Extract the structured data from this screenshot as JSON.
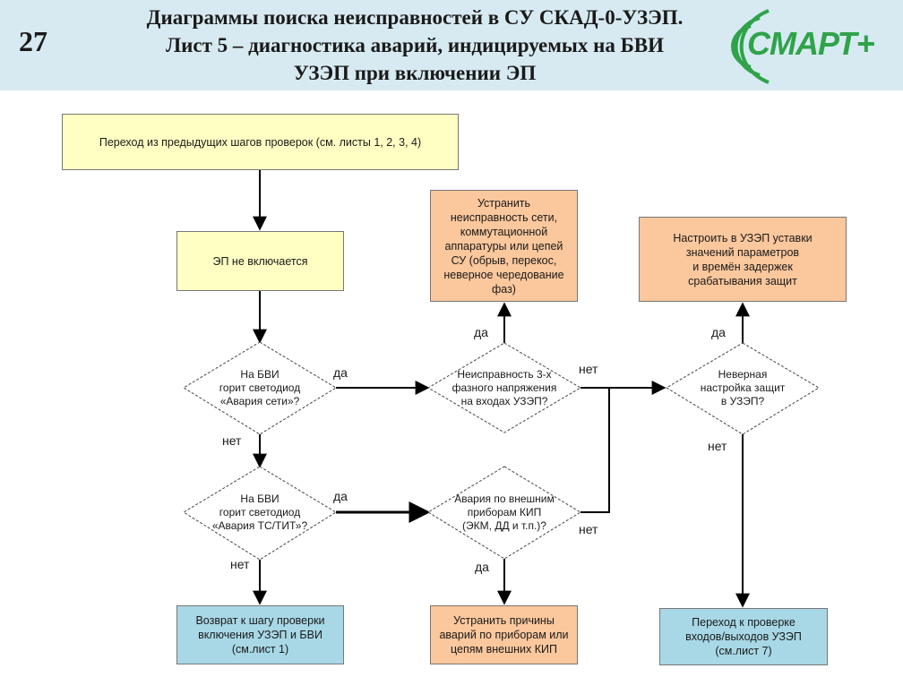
{
  "header": {
    "page_number": "27",
    "title_lines": [
      "Диаграммы поиска неисправностей в СУ СКАД-0-УЗЭП.",
      "Лист 5 – диагностика аварий, индицируемых на БВИ",
      "УЗЭП при включении ЭП"
    ],
    "logo_text": "СМАРТ+"
  },
  "diagram": {
    "start": "Переход из предыдущих шагов проверок (см. листы 1, 2, 3, 4)",
    "not_starting": "ЭП не включается",
    "decision_network": "На БВИ\nгорит светодиод\n«Авария сети»?",
    "decision_ts": "На БВИ\nгорит светодиод\n«Авария ТС/ТИТ»?",
    "return_box": "Возврат к шагу проверки\nвключения УЗЭП и БВИ\n(см.лист 1)",
    "decision_voltage": "Неисправность 3-х\nфазного напряжения\nна входах УЗЭП?",
    "fix_network": "Устранить\nнеисправность сети,\nкоммутационной\nаппаратуры или цепей\nСУ (обрыв, перекос,\nневерное чередование\nфаз)",
    "decision_kip": "Авария по внешним\nприборам КИП\n(ЭКМ, ДД и т.п.)?",
    "fix_kip": "Устранить причины\nаварий по приборам или\nцепям внешних КИП",
    "decision_settings": "Неверная\nнастройка защит\nв УЗЭП?",
    "fix_settings": "Настроить в УЗЭП уставки\nзначений параметров\nи времён задержек\nсрабатывания защит",
    "check_io": "Переход к проверке\nвходов/выходов УЗЭП\n(см.лист 7)",
    "yes": "да",
    "no": "нет"
  },
  "colors": {
    "header_bg": "#d7eaf2",
    "start_fill": "#ffffc3",
    "action_fill": "#fbc79c",
    "exit_fill": "#a8d8e6",
    "logo_green": "#2fa34a"
  }
}
